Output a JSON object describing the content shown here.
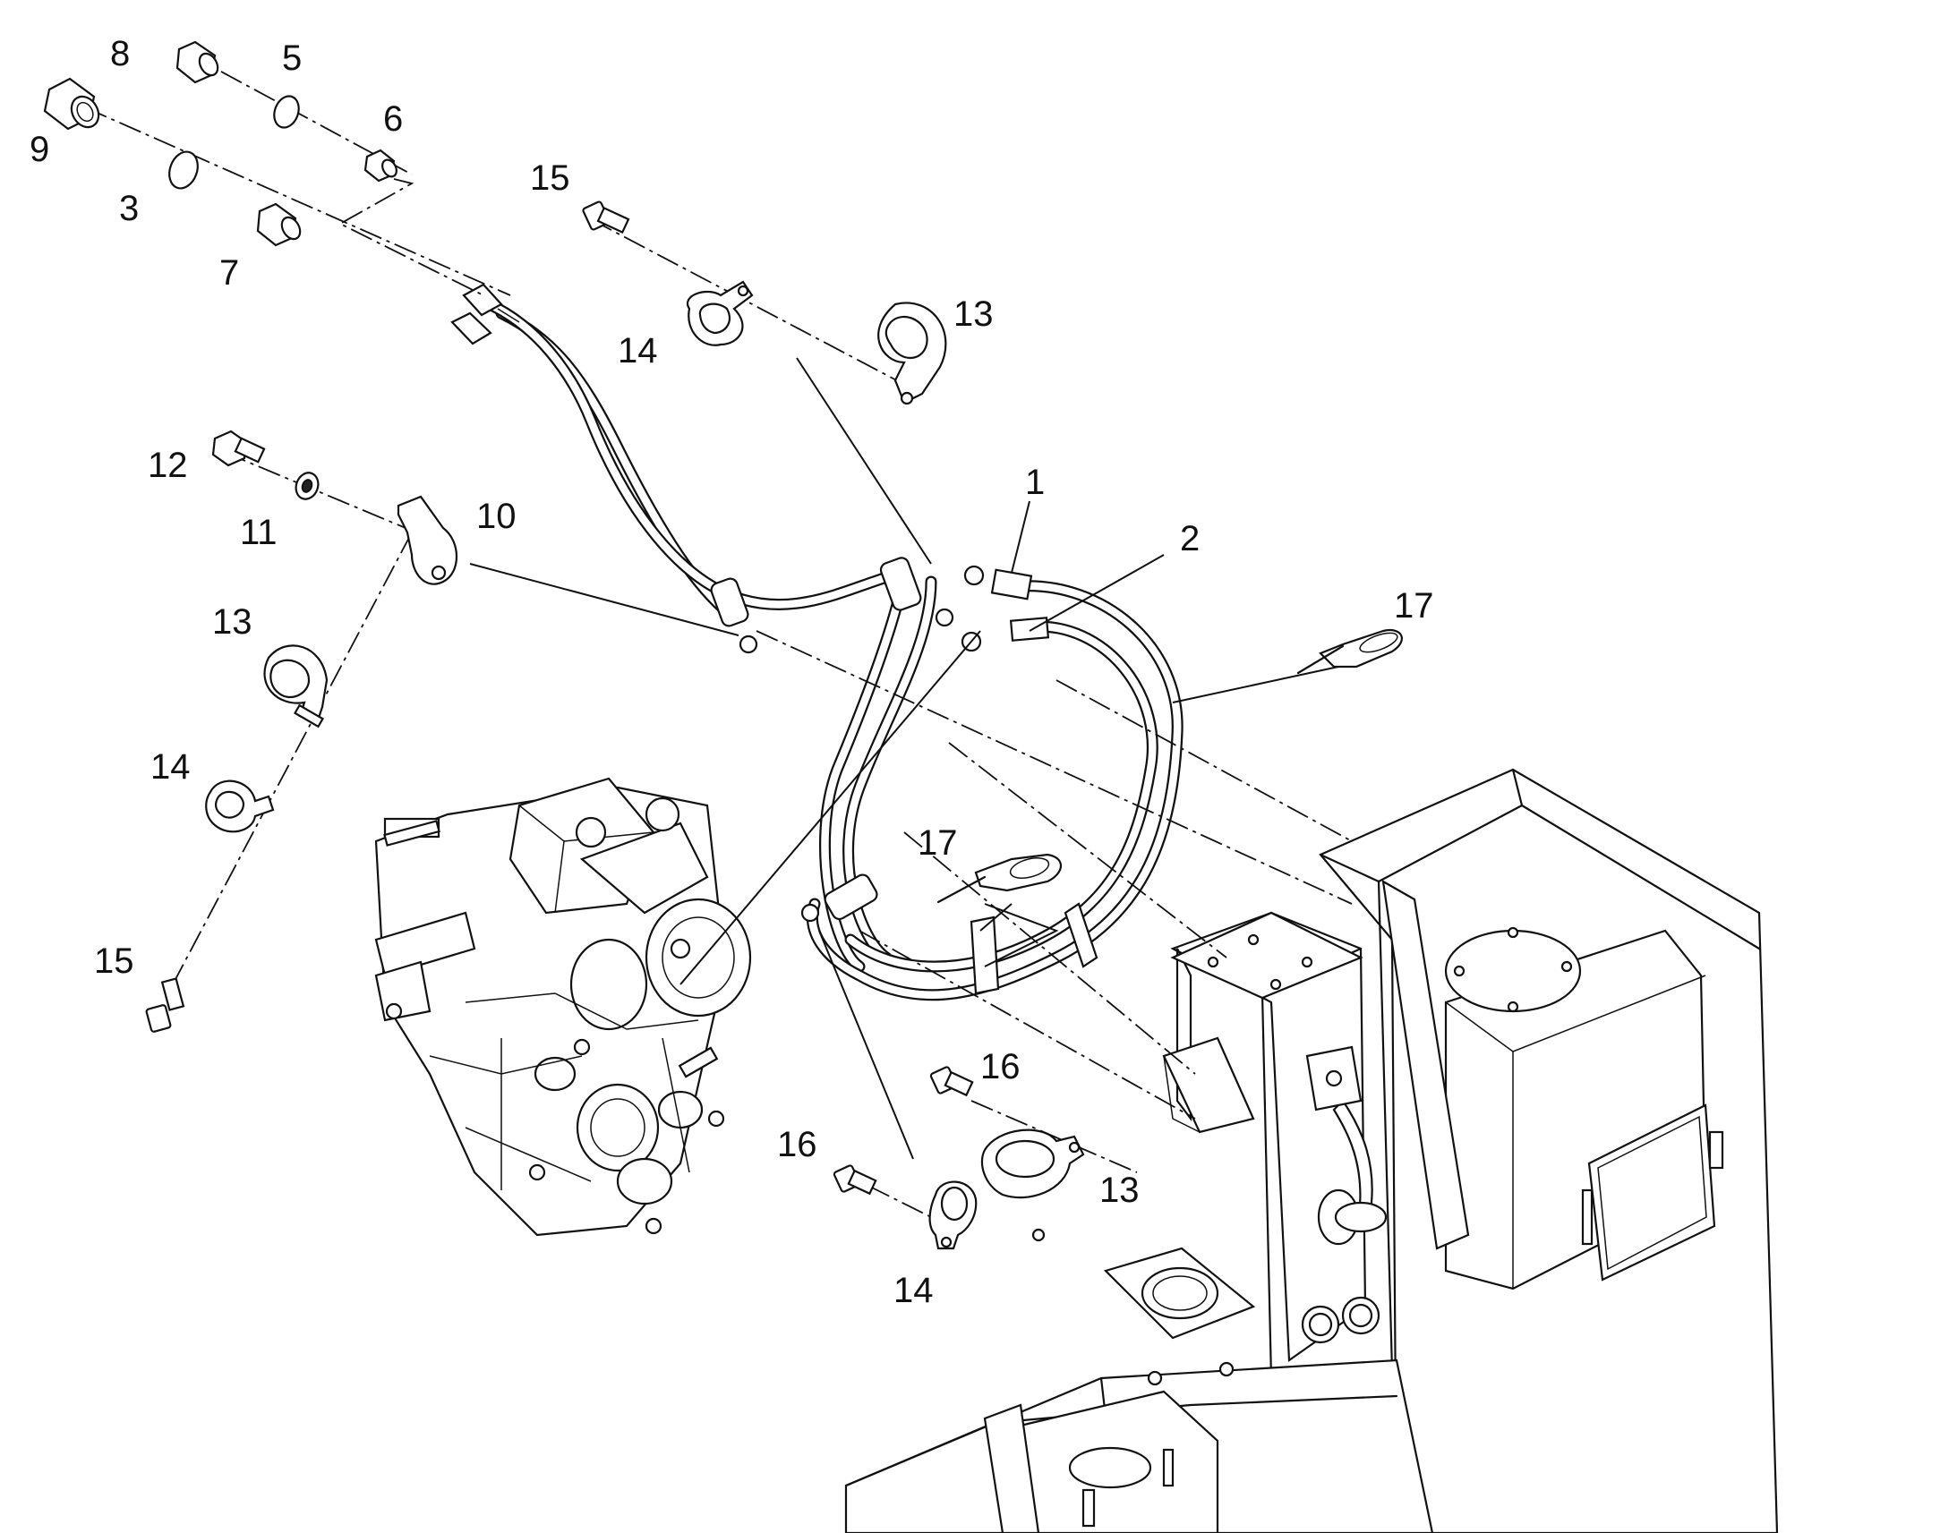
{
  "callouts": [
    {
      "id": "c8",
      "text": "8"
    },
    {
      "id": "c5",
      "text": "5"
    },
    {
      "id": "c9",
      "text": "9"
    },
    {
      "id": "c6",
      "text": "6"
    },
    {
      "id": "c3",
      "text": "3"
    },
    {
      "id": "c7",
      "text": "7"
    },
    {
      "id": "c15a",
      "text": "15"
    },
    {
      "id": "c14a",
      "text": "14"
    },
    {
      "id": "c13a",
      "text": "13"
    },
    {
      "id": "c12",
      "text": "12"
    },
    {
      "id": "c11",
      "text": "11"
    },
    {
      "id": "c10",
      "text": "10"
    },
    {
      "id": "c1",
      "text": "1"
    },
    {
      "id": "c2",
      "text": "2"
    },
    {
      "id": "c17a",
      "text": "17"
    },
    {
      "id": "c13b",
      "text": "13"
    },
    {
      "id": "c14b",
      "text": "14"
    },
    {
      "id": "c17b",
      "text": "17"
    },
    {
      "id": "c15b",
      "text": "15"
    },
    {
      "id": "c16a",
      "text": "16"
    },
    {
      "id": "c16b",
      "text": "16"
    },
    {
      "id": "c13c",
      "text": "13"
    },
    {
      "id": "c14c",
      "text": "14"
    }
  ],
  "colors": {
    "line": "#111111",
    "background": "#ffffff"
  }
}
